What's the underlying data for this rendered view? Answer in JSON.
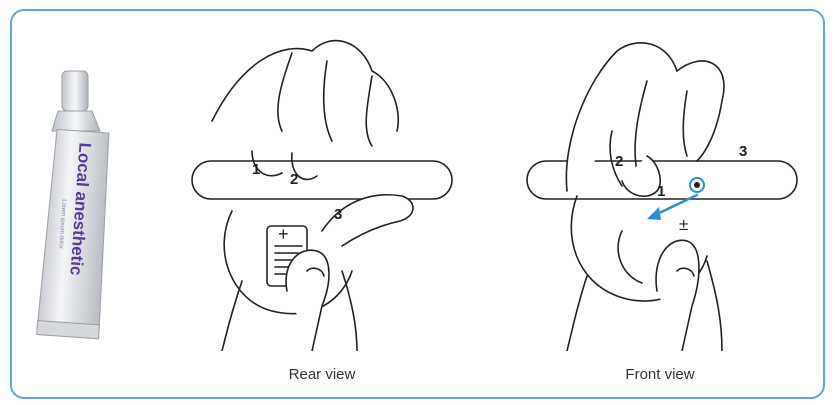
{
  "product": {
    "name": "Local anesthetic",
    "fine_print": "Lorem ipsum dolor"
  },
  "rear_view": {
    "caption": "Rear view",
    "markers": [
      "1",
      "2",
      "3"
    ],
    "scale_symbol": "+"
  },
  "front_view": {
    "caption": "Front view",
    "markers": [
      "1",
      "2",
      "3"
    ],
    "scale_symbol": "±"
  },
  "colors": {
    "frame_border": "#5aa9d6",
    "arrow": "#2b8fd6",
    "tube_text": "#5a3c96"
  }
}
